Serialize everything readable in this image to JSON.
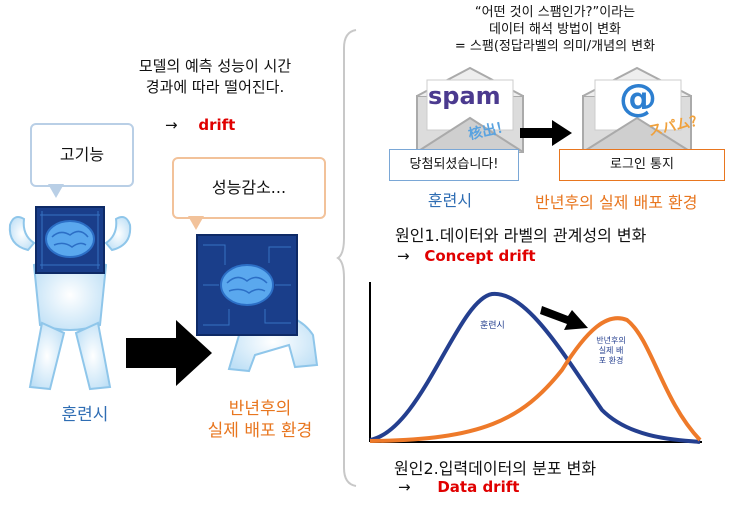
{
  "left": {
    "heading_line1": "모델의 예측 성능이 시간",
    "heading_line2": "경과에 따라 떨어진다.",
    "drift_arrow": "→",
    "drift_label": "drift",
    "bubble_high": "고기능",
    "bubble_low": "성능감소...",
    "train_label": "훈련시",
    "deploy_line1": "반년후의",
    "deploy_line2": "실제 배포 환경"
  },
  "right": {
    "top_line1": "“어떤 것이 스팸인가?”이라는",
    "top_line2": "데이터 해석 방법이 변화",
    "top_line3": "= 스팸(정답라벨의 의미/개념의 변화",
    "spam_word": "spam",
    "spam_stamp": "核出！",
    "at_symbol": "@",
    "at_stamp": "スパム？",
    "box_left": "당첨되셨습니다!",
    "box_right": "로그인 통지",
    "train_label": "훈련시",
    "deploy_label": "반년후의 실제 배포 환경",
    "cause1": "원인1.데이터와 라벨의 관계성의 변화",
    "cause1_arrow": "→",
    "cause1_term": "Concept drift",
    "curve_train_label": "훈련시",
    "curve_deploy_line1": "반년후의",
    "curve_deploy_line2": "실제 배",
    "curve_deploy_line3": "포 환경",
    "cause2": "원인2.입력데이터의 분포 변화",
    "cause2_arrow": "→",
    "cause2_term": "Data drift"
  },
  "colors": {
    "blue": "#2f6db3",
    "orange": "#e8761f",
    "red": "#e00000",
    "curve_blue": "#243f8f",
    "curve_orange": "#ee7a2a"
  }
}
